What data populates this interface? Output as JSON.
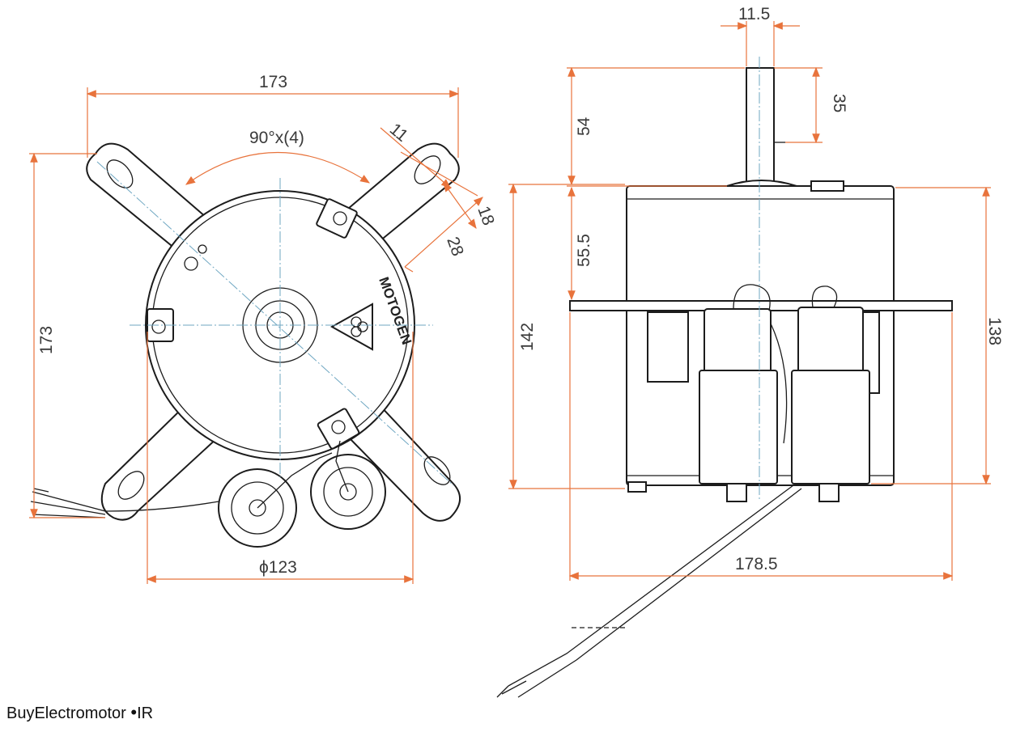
{
  "watermark": {
    "brand": "BuyElectromotor",
    "dot": "•",
    "tld": "IR"
  },
  "logo_text": "MOTOGEN",
  "front_view": {
    "width": "173",
    "height": "173",
    "angle": "90°x(4)",
    "slot_width": "11",
    "slot_length": "18",
    "slot_offset": "28",
    "diameter": "ϕ123"
  },
  "side_view": {
    "shaft_diameter": "11.5",
    "shaft_flat": "35",
    "shaft_length": "54",
    "mount_height": "55.5",
    "overall_height": "142",
    "body_height": "138",
    "overall_length": "178.5"
  },
  "colors": {
    "dimension": "#e8733c",
    "outline": "#1c1c1c",
    "centerline": "#6fa7c2"
  }
}
